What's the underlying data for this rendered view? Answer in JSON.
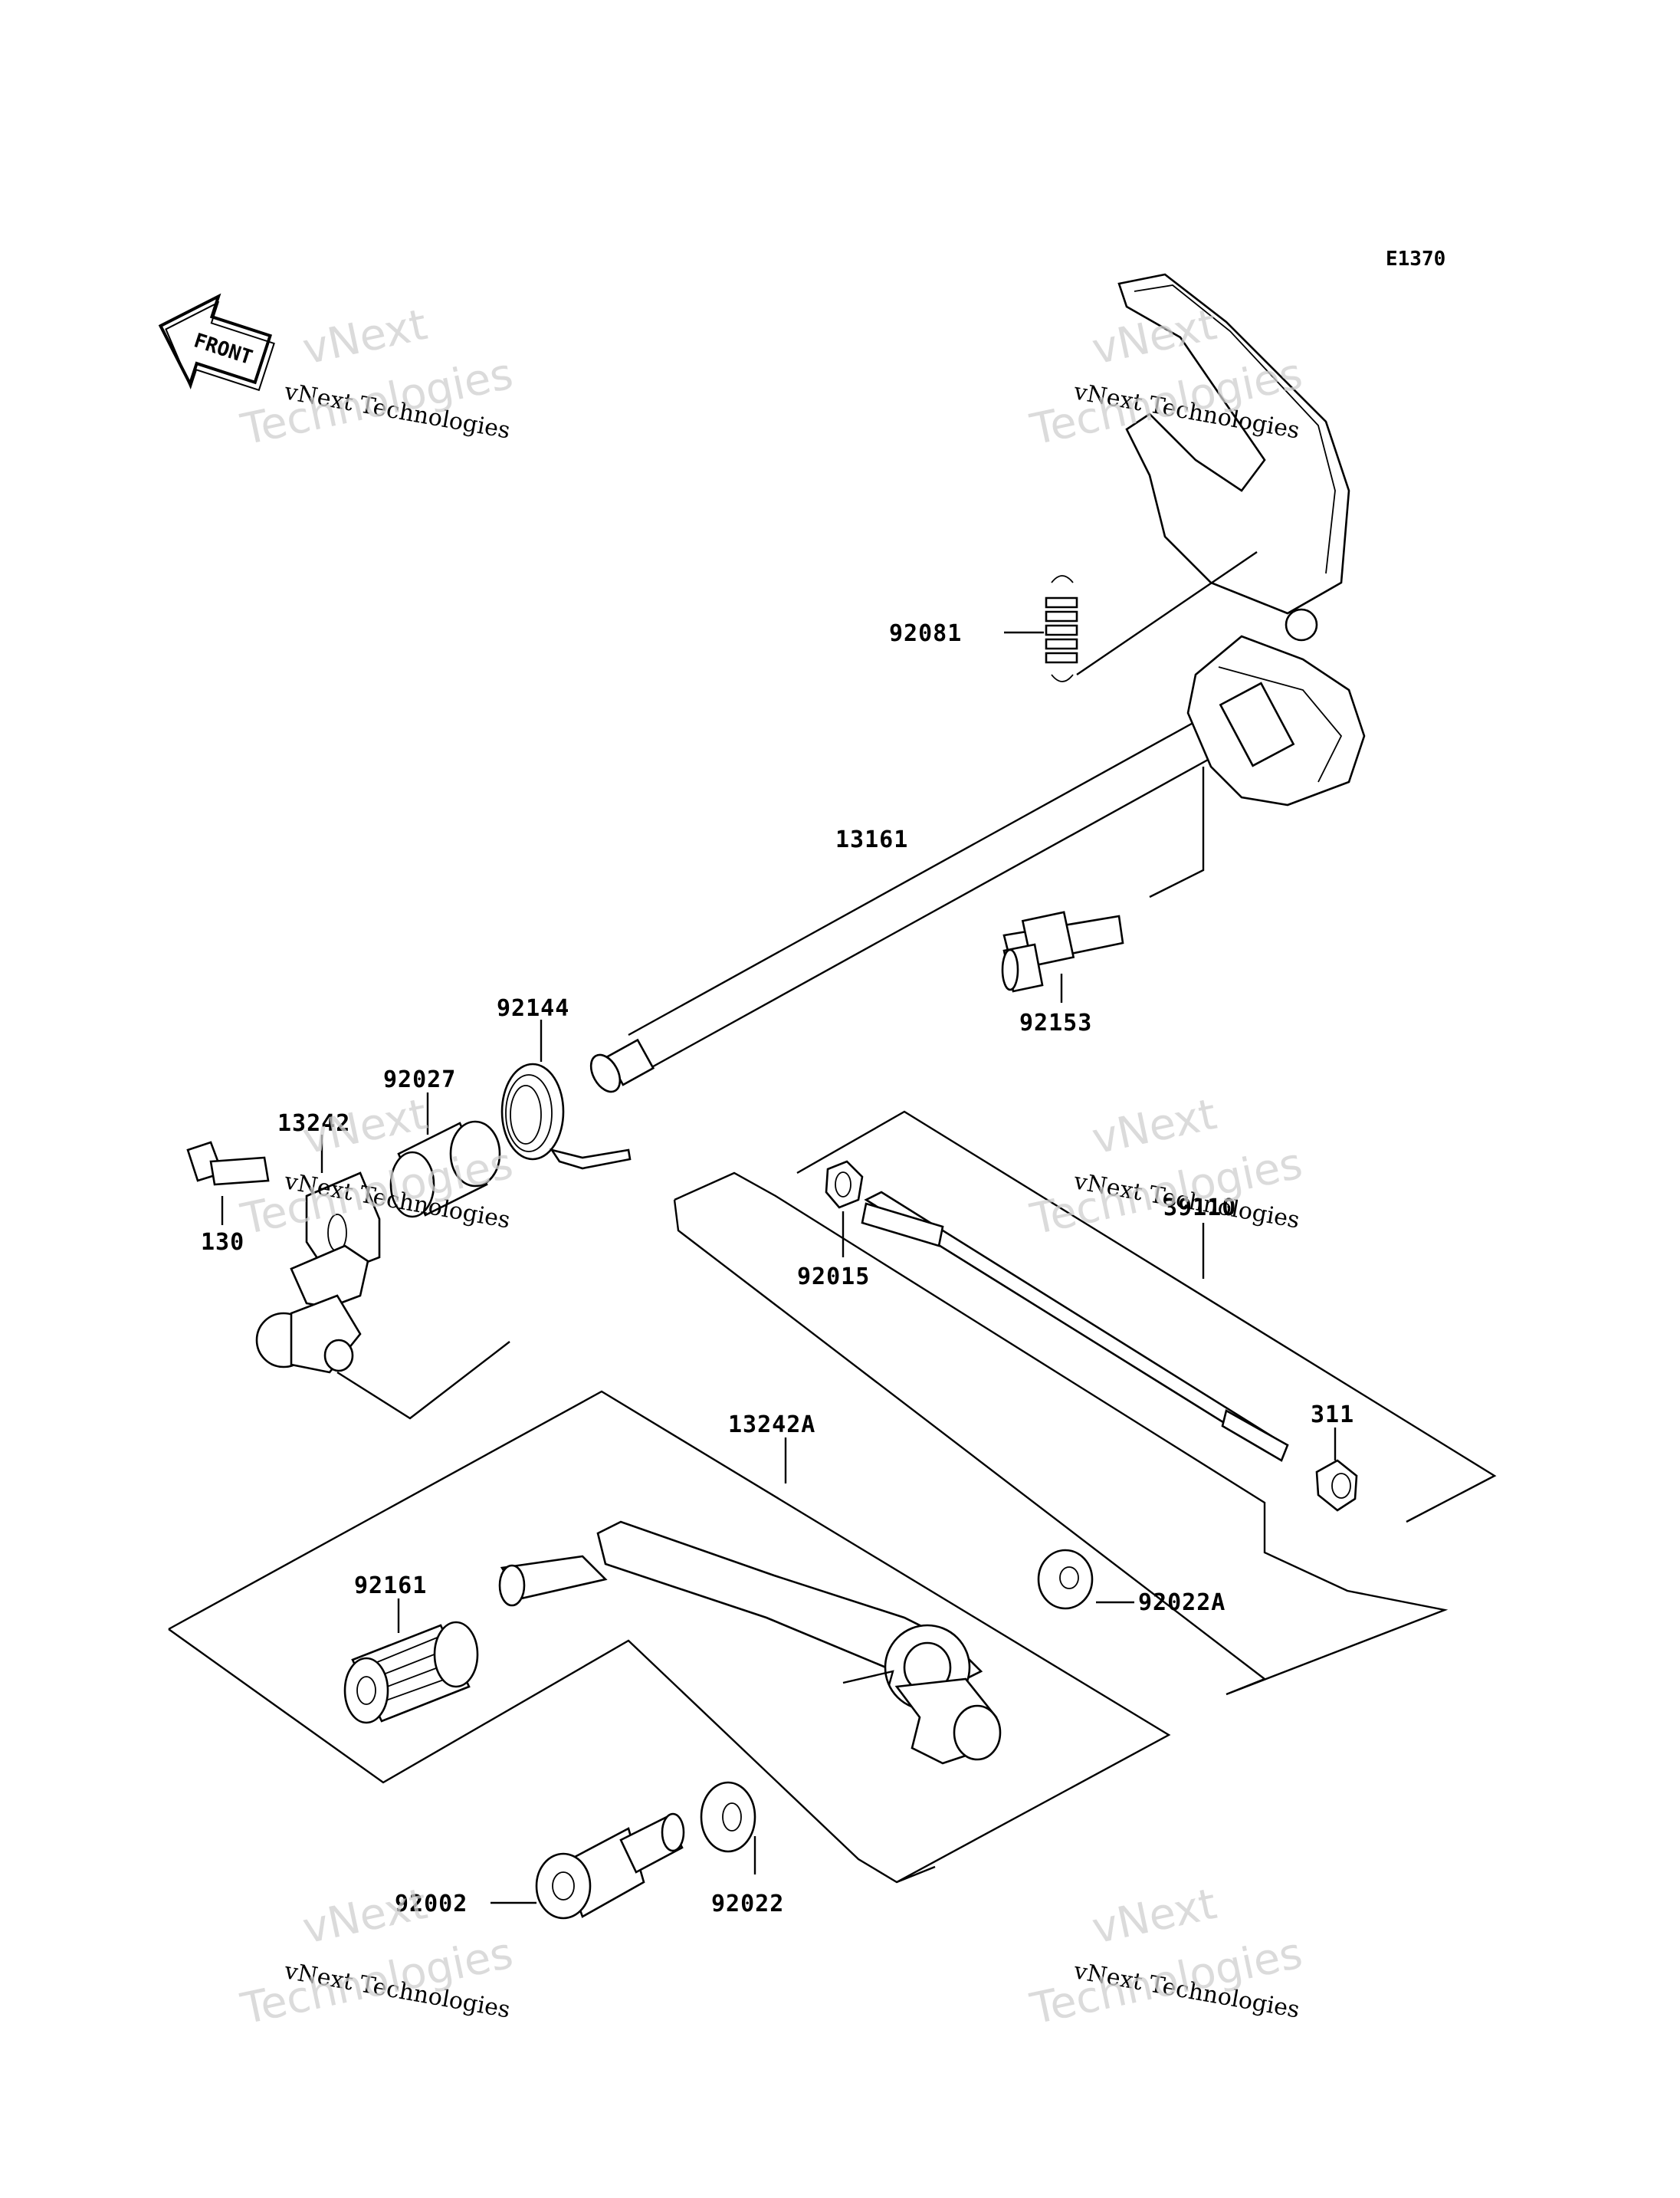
{
  "diagram": {
    "code": "E1370",
    "front_label": "FRONT",
    "labels": {
      "p92081": "92081",
      "p13161": "13161",
      "p92144": "92144",
      "p92027": "92027",
      "p13242": "13242",
      "p130": "130",
      "p92153": "92153",
      "p92015": "92015",
      "p39110": "39110",
      "p311": "311",
      "p13242A": "13242A",
      "p92161": "92161",
      "p92022A": "92022A",
      "p92002": "92002",
      "p92022": "92022"
    }
  },
  "watermark": {
    "line1": "vNext",
    "line2": "vNext Technologies",
    "line3": "Technologies"
  }
}
